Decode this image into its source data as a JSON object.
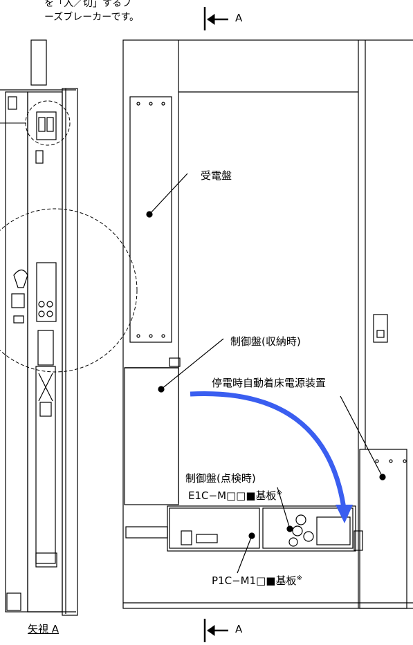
{
  "caption": {
    "line1": "を「入／切」するフ",
    "line2": "ーズブレーカーです。"
  },
  "section_marker": {
    "top": "A",
    "bottom": "A"
  },
  "view_label": "矢視 A",
  "components": {
    "power_panel": "受電盤",
    "control_panel_stowed": "制御盤(収納時)",
    "emergency_landing_power": "停電時自動着床電源装置",
    "control_panel_inspection": "制御盤(点検時)",
    "e1c_board": "E1C−M□□■基板",
    "e1c_board_mark": "※",
    "p1c_board": "P1C−M1□■基板",
    "p1c_board_mark": "※"
  },
  "colors": {
    "arrow": "#3a5ef0",
    "line": "#000000"
  }
}
